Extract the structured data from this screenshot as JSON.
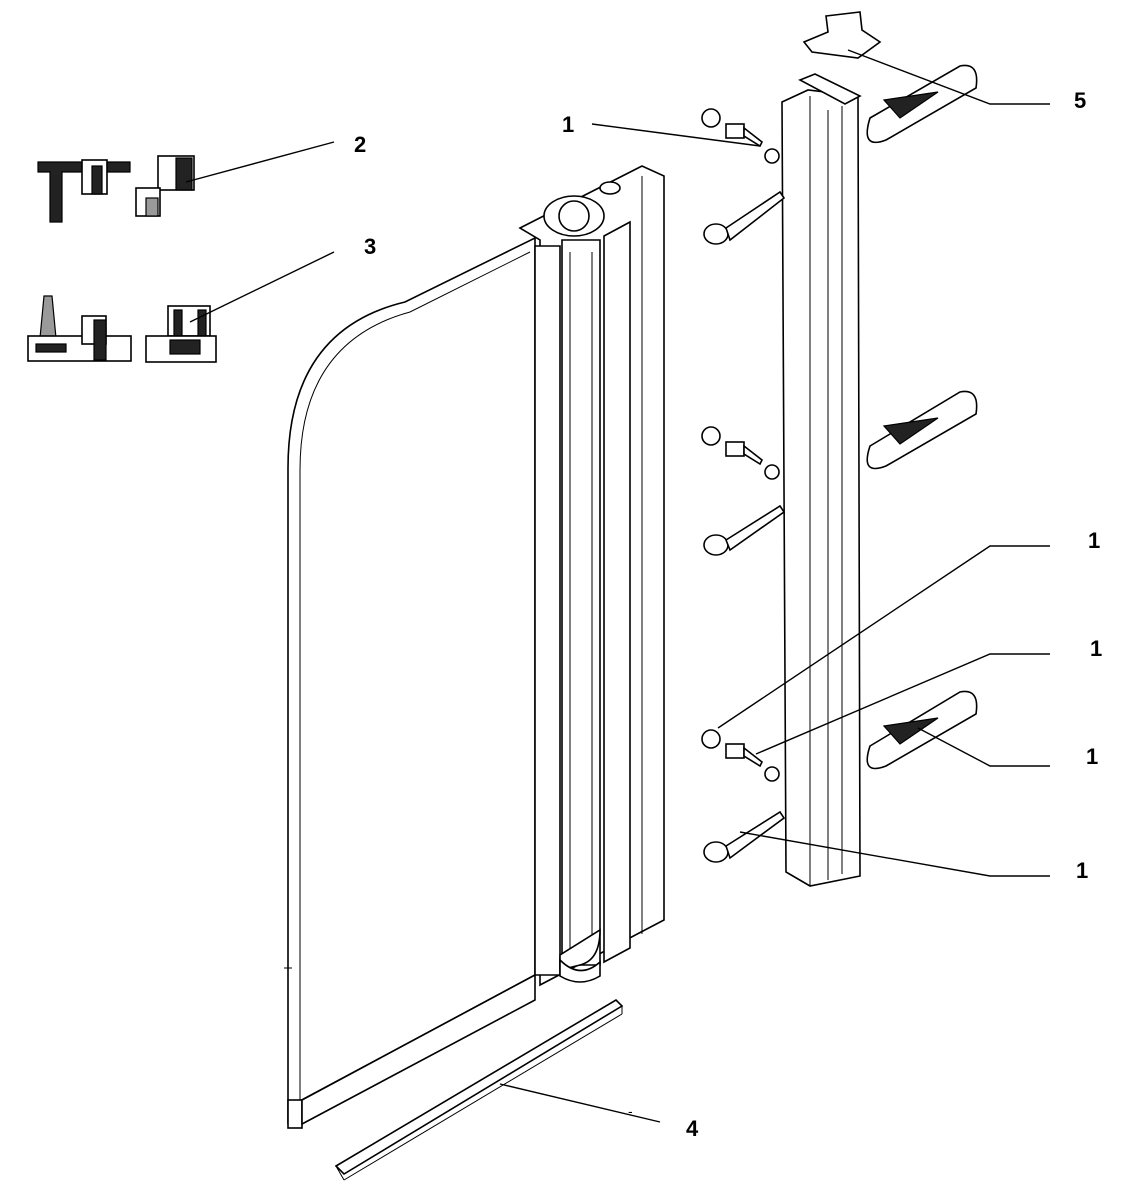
{
  "callouts": {
    "c1_top": "1",
    "c2": "2",
    "c3": "3",
    "c4": "4",
    "c4_tick": "-",
    "c5": "5",
    "c1_a": "1",
    "c1_b": "1",
    "c1_c": "1",
    "c1_d": "1"
  }
}
